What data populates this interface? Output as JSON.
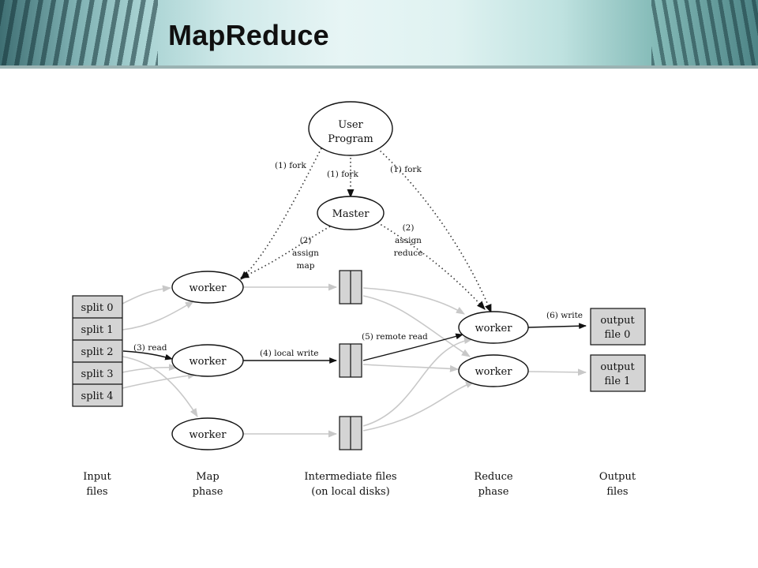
{
  "slide": {
    "title": "MapReduce"
  },
  "diagram": {
    "user_program": [
      "User",
      "Program"
    ],
    "master": "Master",
    "fork_labels": [
      "(1) fork",
      "(1) fork",
      "(1) fork"
    ],
    "assign_map": [
      "(2)",
      "assign",
      "map"
    ],
    "assign_reduce": [
      "(2)",
      "assign",
      "reduce"
    ],
    "splits": [
      "split 0",
      "split 1",
      "split 2",
      "split 3",
      "split 4"
    ],
    "worker_label": "worker",
    "read_label": "(3) read",
    "local_write_label": "(4) local write",
    "remote_read_label": "(5) remote read",
    "write_label": "(6) write",
    "outputs": [
      [
        "output",
        "file 0"
      ],
      [
        "output",
        "file 1"
      ]
    ],
    "phases": [
      [
        "Input",
        "files"
      ],
      [
        "Map",
        "phase"
      ],
      [
        "Intermediate files",
        "(on local disks)"
      ],
      [
        "Reduce",
        "phase"
      ],
      [
        "Output",
        "files"
      ]
    ]
  }
}
